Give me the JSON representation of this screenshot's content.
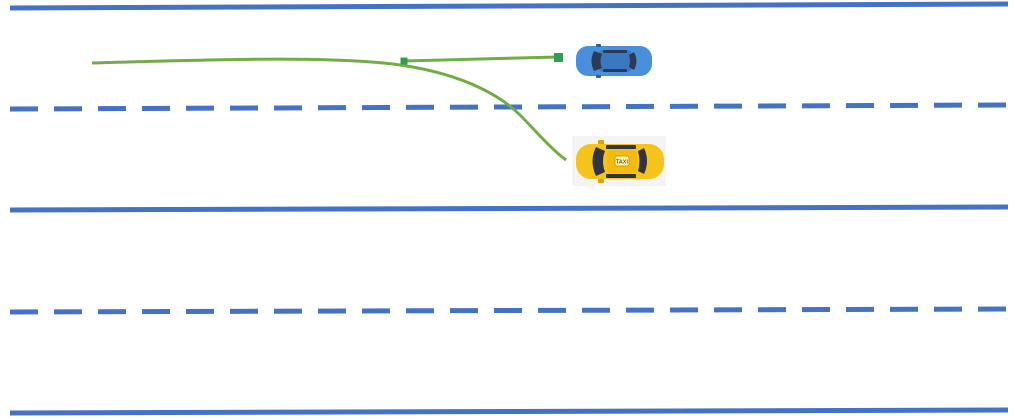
{
  "scene": {
    "background": "#ffffff",
    "lane_line_color": "#4472c4",
    "trajectory_color": "#70ad47",
    "waypoint_color": "#2e9e4f"
  },
  "lanes": {
    "solid_boundaries": 3,
    "dashed_dividers": 2
  },
  "vehicles": [
    {
      "name": "blue-car",
      "body_color": "#4a8fdc",
      "window_color": "#2b3a55",
      "icon": "car-top-view-icon"
    },
    {
      "name": "yellow-taxi",
      "body_color": "#f6c21c",
      "window_color": "#2f3440",
      "icon": "taxi-top-view-icon",
      "badge_text": "TAXI"
    }
  ],
  "trajectories": [
    {
      "name": "lane-change-path",
      "description_from_color": "green"
    },
    {
      "name": "straight-path",
      "description_from_color": "green"
    }
  ]
}
